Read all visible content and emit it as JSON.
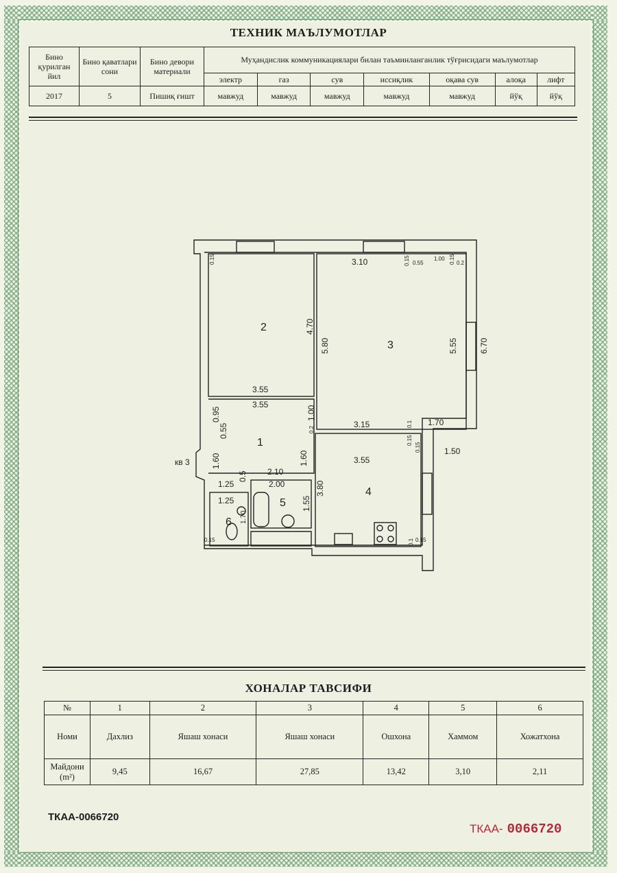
{
  "tech": {
    "title": "ТЕХНИК МАЪЛУМОТЛАР",
    "headers": {
      "year": "Бино қурилган йил",
      "floors": "Бино қаватлари сони",
      "material": "Бино девори материали",
      "engineering": "Муҳандислик коммуникациялари билан таъминланганлик тўғрисидаги маълумотлар"
    },
    "utilities": [
      "электр",
      "газ",
      "сув",
      "иссиқлик",
      "оқава сув",
      "алоқа",
      "лифт"
    ],
    "values": {
      "year": "2017",
      "floors": "5",
      "material": "Пишиқ ғишт",
      "utilities": [
        "мавжуд",
        "мавжуд",
        "мавжуд",
        "мавжуд",
        "мавжуд",
        "йўқ",
        "йўқ"
      ]
    }
  },
  "plan": {
    "room_numbers": [
      "1",
      "2",
      "3",
      "4",
      "5",
      "6"
    ],
    "entrance_label": "кв 3",
    "dimensions": {
      "d_310": "3.10",
      "d_015a": "0.15",
      "d_055a": "0.55",
      "d_100a": "1.00",
      "d_015b": "0.15",
      "d_02": "0.2",
      "d_015c": "0.15",
      "d_470": "4.70",
      "d_580": "5.80",
      "d_555": "5.55",
      "d_670": "6.70",
      "d_355a": "3.55",
      "d_355b": "3.55",
      "d_095": "0.95",
      "d_055b": "0.55",
      "d_100b": "1.00",
      "d_02b": "0.2",
      "d_315": "3.15",
      "d_01a": "0.1",
      "d_170a": "1.70",
      "d_015d": "0.15",
      "d_015e": "0.15",
      "d_150": "1.50",
      "d_355c": "3.55",
      "d_160a": "1.60",
      "d_160b": "1.60",
      "d_05": "0.5",
      "d_210": "2.10",
      "d_200": "2.00",
      "d_125a": "1.25",
      "d_125b": "1.25",
      "d_380": "3.80",
      "d_155": "1.55",
      "d_170b": "1.70",
      "d_015f": "0.15",
      "d_01b": "0.1",
      "d_015g": "0.15"
    }
  },
  "rooms": {
    "title": "ХОНАЛАР ТАВСИФИ",
    "header_no": "№",
    "header_name": "Номи",
    "header_area": "Майдони (m²)",
    "numbers": [
      "1",
      "2",
      "3",
      "4",
      "5",
      "6"
    ],
    "names": [
      "Дахлиз",
      "Яшаш хонаси",
      "Яшаш хонаси",
      "Ошхона",
      "Хаммом",
      "Хожатхона"
    ],
    "areas": [
      "9,45",
      "16,67",
      "27,85",
      "13,42",
      "3,10",
      "2,11"
    ]
  },
  "footer": {
    "code_left": "ТКАА-0066720",
    "code_right_prefix": "ТКАА-",
    "code_right_number": "0066720"
  },
  "colors": {
    "border_green": "#6f9e77",
    "stamp_red": "#b02a3a",
    "paper": "#eef0e2"
  }
}
